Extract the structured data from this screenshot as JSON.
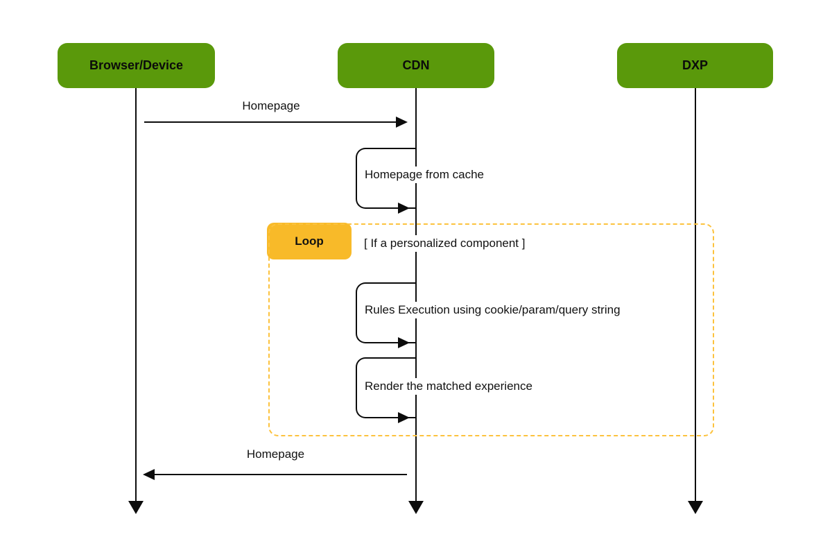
{
  "diagram_type": "sequence",
  "actors": [
    {
      "id": "browser",
      "label": "Browser/Device"
    },
    {
      "id": "cdn",
      "label": "CDN"
    },
    {
      "id": "dxp",
      "label": "DXP"
    }
  ],
  "messages": [
    {
      "label": "Homepage",
      "type": "arrow",
      "from": "Browser/Device",
      "to": "CDN",
      "direction": "right"
    },
    {
      "label": "Homepage from cache",
      "type": "self",
      "on": "CDN"
    },
    {
      "label": "Rules Execution using cookie/param/query string",
      "type": "self",
      "on": "CDN"
    },
    {
      "label": "Render the matched experience",
      "type": "self",
      "on": "CDN"
    },
    {
      "label": "Homepage",
      "type": "arrow",
      "from": "CDN",
      "to": "Browser/Device",
      "direction": "left"
    }
  ],
  "loop": {
    "label": "Loop",
    "condition": "[ If a personalized component ]",
    "contains_messages": [
      2,
      3
    ]
  },
  "colors": {
    "actor_fill": "#5a990b",
    "loop_label_fill": "#f8ba29",
    "loop_border": "#fcc23d",
    "line": "#0c0c0c",
    "background": "#ffffff"
  }
}
